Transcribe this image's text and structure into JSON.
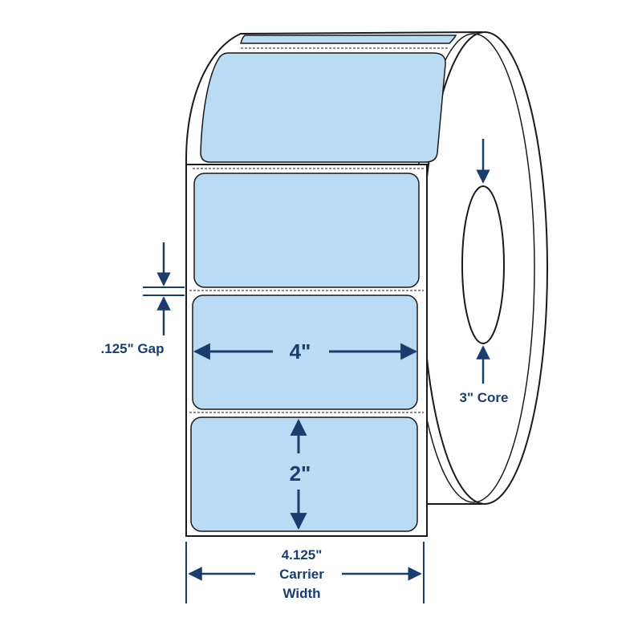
{
  "labels": {
    "label_width": "4\"",
    "label_height": "2\"",
    "gap": ".125\" Gap",
    "core": "3\" Core",
    "carrier_line1": "4.125\"",
    "carrier_line2": "Carrier",
    "carrier_line3": "Width"
  },
  "colors": {
    "label_fill": "#b9dcf4",
    "outline": "#1a1a1a",
    "dimension": "#1a3d6e",
    "paper": "#ffffff"
  }
}
